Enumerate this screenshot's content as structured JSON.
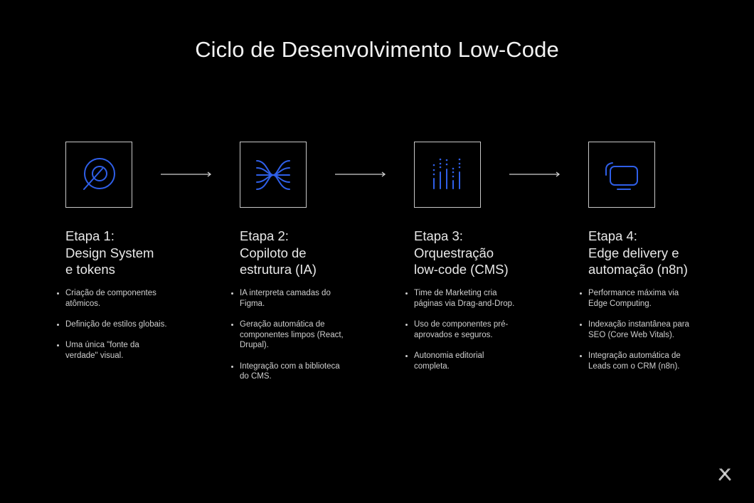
{
  "title": "Ciclo de Desenvolvimento Low-Code",
  "colors": {
    "background": "#000000",
    "icon_accent": "#2f5fe8",
    "box_border": "#c8c8c8",
    "text": "#e8e8e8"
  },
  "stages": [
    {
      "step": "Etapa 1:",
      "name_line1": "Design System",
      "name_line2": "e tokens",
      "icon": "target-icon",
      "bullets": [
        "Criação de componentes atômicos.",
        "Definição de estilos globais.",
        "Uma única \"fonte da verdade\" visual."
      ]
    },
    {
      "step": "Etapa 2:",
      "name_line1": "Copiloto de",
      "name_line2": "estrutura (IA)",
      "icon": "converging-lines-icon",
      "bullets": [
        " IA interpreta camadas do Figma.",
        "Geração automática de componentes limpos (React, Drupal).",
        "Integração com a biblioteca do CMS."
      ]
    },
    {
      "step": "Etapa 3:",
      "name_line1": "Orquestração",
      "name_line2": "low-code (CMS)",
      "icon": "equalizer-bars-icon",
      "bullets": [
        "Time de Marketing cria páginas via Drag-and-Drop.",
        "Uso de componentes pré-aprovados e seguros.",
        "Autonomia editorial completa."
      ]
    },
    {
      "step": "Etapa 4:",
      "name_line1": "Edge delivery e",
      "name_line2": "automação (n8n)",
      "icon": "monitor-icon",
      "bullets": [
        "Performance máxima via Edge Computing.",
        "Indexação instantânea para SEO (Core Web Vitals).",
        "Integração automática de Leads com o CRM (n8n)."
      ]
    }
  ],
  "logo": "x-logo-icon"
}
